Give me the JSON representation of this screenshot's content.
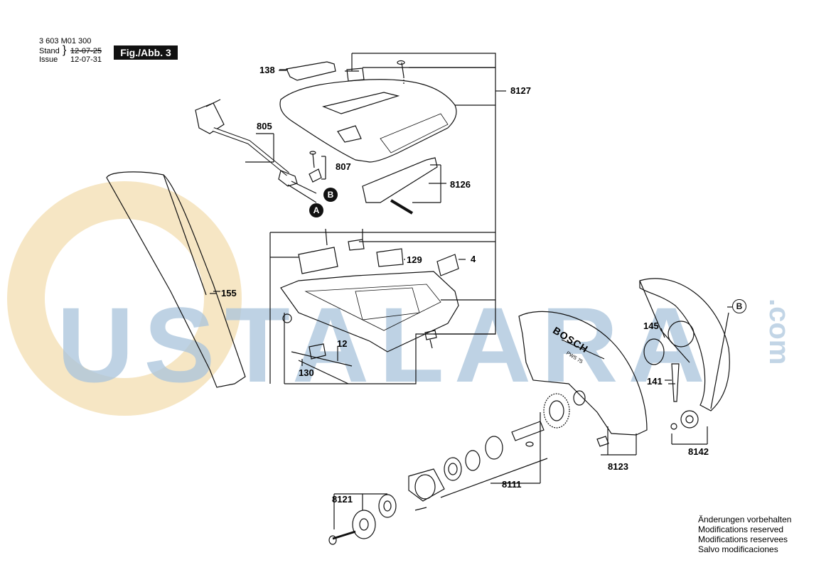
{
  "header": {
    "doc_number": "3 603 M01 300",
    "stand_label": "Stand",
    "issue_label": "Issue",
    "stand_date": "12-07-25",
    "issue_date": "12-07-31",
    "figure_tag": "Fig./Abb. 3"
  },
  "watermark": {
    "text": "USTALARA",
    "suffix": ".com",
    "color_main": "#a9c4dc",
    "color_circle": "#f5e4c0"
  },
  "callouts": {
    "a": "A",
    "b": "B",
    "b2": "B"
  },
  "labels": {
    "p138": "138",
    "p8127": "8127",
    "p805": "805",
    "p807": "807",
    "p8126": "8126",
    "p155": "155",
    "p129": "129",
    "p4": "4",
    "p12": "12",
    "p130": "130",
    "p145": "145",
    "p141": "141",
    "p8142": "8142",
    "p8123": "8123",
    "p8111": "8111",
    "p8121": "8121"
  },
  "guard_text": {
    "brand": "BOSCH",
    "model": "PWS 75"
  },
  "notes": [
    "Änderungen vorbehalten",
    "Modifications reserved",
    "Modifications reservees",
    "Salvo modificaciones"
  ]
}
